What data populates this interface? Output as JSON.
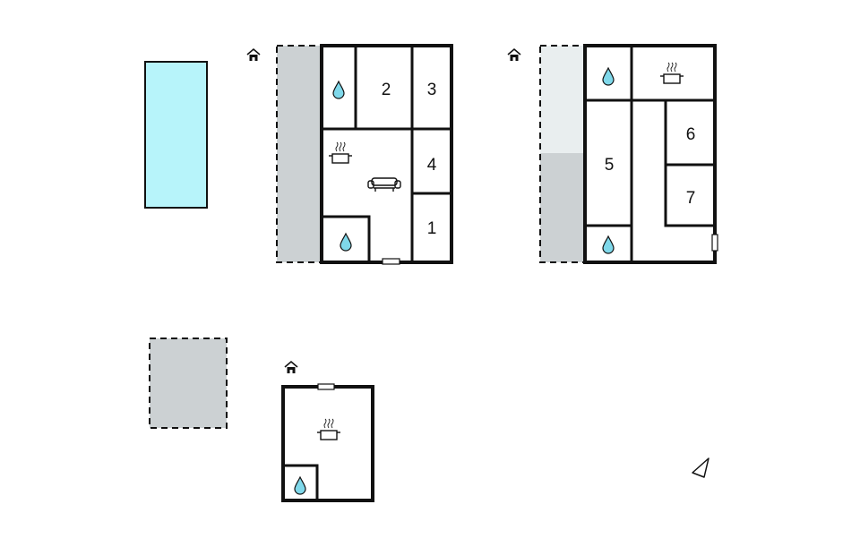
{
  "floorplan": {
    "building_1": {
      "rooms": [
        {
          "number": "2"
        },
        {
          "number": "3"
        },
        {
          "number": "4"
        },
        {
          "number": "1"
        }
      ]
    },
    "building_2": {
      "rooms": [
        {
          "number": "5"
        },
        {
          "number": "6"
        },
        {
          "number": "7"
        }
      ]
    }
  },
  "colors": {
    "pool": "#b7f4fa",
    "terrace": "#ccd1d3",
    "terrace_light": "#e9eeef",
    "wall": "#111111",
    "water": "#7fd8ea"
  },
  "icons": {
    "entrance": "house-entrance-icon",
    "water": "water-drop-icon",
    "kitchen": "cooking-pot-icon",
    "living": "sofa-icon",
    "north": "north-arrow-icon"
  }
}
